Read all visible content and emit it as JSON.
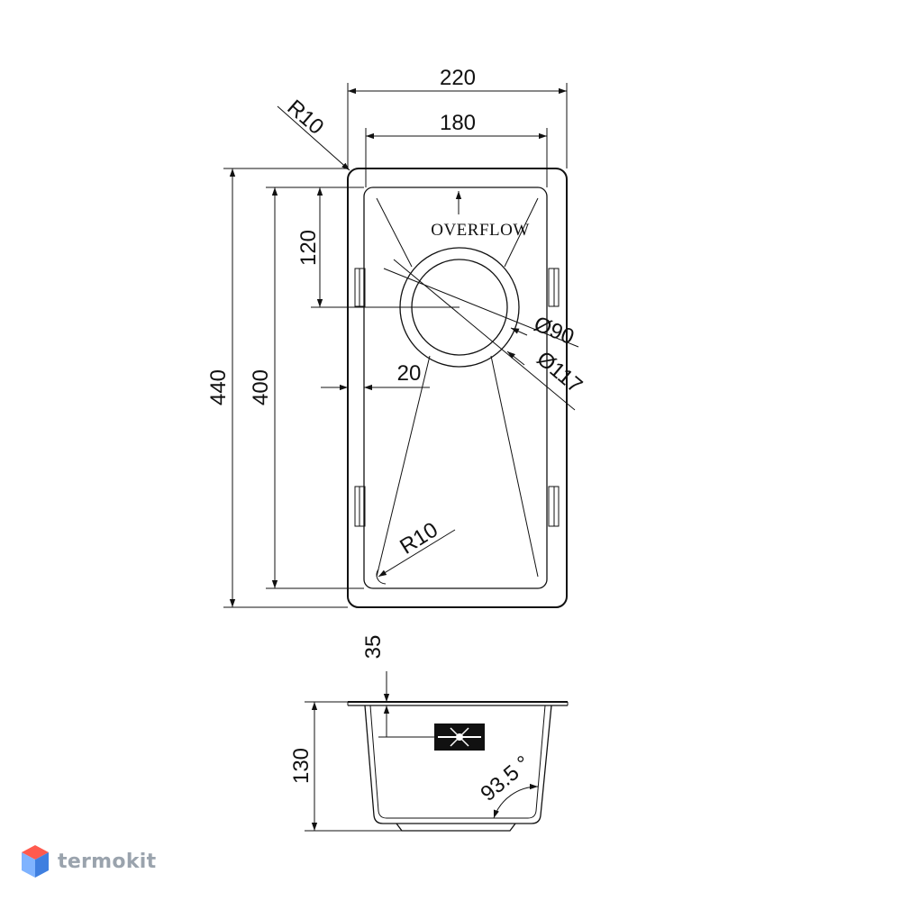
{
  "drawing": {
    "overall_width": "220",
    "inner_width": "180",
    "corner_radius_top": "R10",
    "overall_length": "440",
    "inner_length": "400",
    "drain_offset": "120",
    "edge_offset": "20",
    "drain_inner_diameter": "Ø90",
    "drain_outer_diameter": "Ø117",
    "bowl_corner_radius": "R10",
    "overflow_label": "OVERFLOW",
    "rim_thickness": "35",
    "depth": "130",
    "wall_angle": "93.5 °"
  },
  "brand": {
    "name": "termokit",
    "colors": {
      "top": "#ff5a4e",
      "left": "#7fb3ff",
      "right": "#3f7fe0"
    }
  },
  "colors": {
    "line": "#111111",
    "background": "#ffffff",
    "brand_text": "#9aa3ad"
  }
}
